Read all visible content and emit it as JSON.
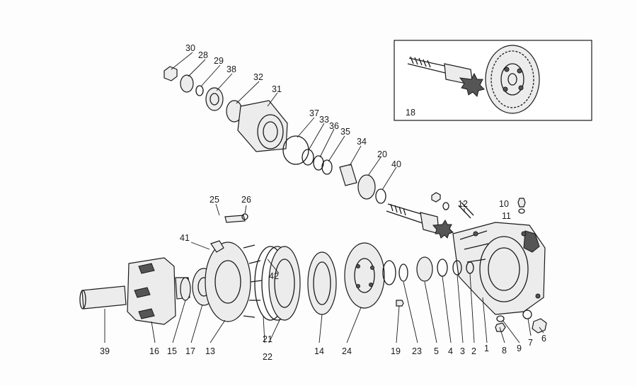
{
  "inset": {
    "label": "18"
  },
  "callouts": [
    "30",
    "28",
    "29",
    "38",
    "32",
    "31",
    "37",
    "33",
    "36",
    "35",
    "34",
    "20",
    "40",
    "12",
    "10",
    "11",
    "25",
    "26",
    "41",
    "42",
    "21",
    "22",
    "39",
    "16",
    "15",
    "17",
    "13",
    "14",
    "24",
    "19",
    "23",
    "5",
    "4",
    "3",
    "2",
    "1",
    "8",
    "9",
    "7",
    "6"
  ]
}
